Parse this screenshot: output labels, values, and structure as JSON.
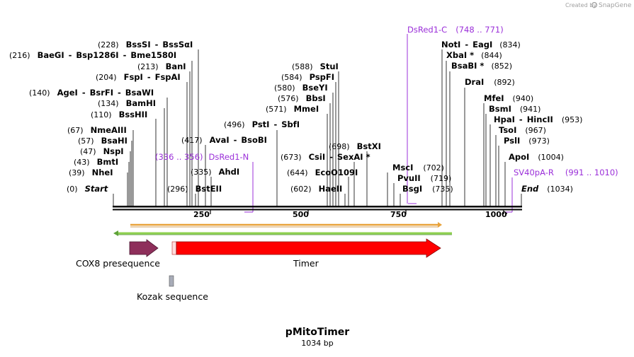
{
  "branding": {
    "created_by": "Created by",
    "product": "SnapGene"
  },
  "map": {
    "name": "pMitoTimer",
    "length_label": "1034 bp"
  },
  "scale_ticks": [
    "250",
    "500",
    "750",
    "1000"
  ],
  "sites": [
    {
      "pos": "(0)",
      "name": "Start"
    },
    {
      "pos": "(39)",
      "name": "NheI"
    },
    {
      "pos": "(43)",
      "name": "BmtI"
    },
    {
      "pos": "(47)",
      "name": "NspI"
    },
    {
      "pos": "(57)",
      "name": "BsaHI"
    },
    {
      "pos": "(67)",
      "name": "NmeAIII"
    },
    {
      "pos": "(110)",
      "name": "BssHII"
    },
    {
      "pos": "(134)",
      "name": "BamHI"
    },
    {
      "pos": "(140)",
      "name": "AgeI",
      "name2": "BsrFI",
      "name3": "BsaWI"
    },
    {
      "pos": "(204)",
      "name": "FspI",
      "name2": "FspAI"
    },
    {
      "pos": "(213)",
      "name": "BanI"
    },
    {
      "pos": "(216)",
      "name": "BaeGI",
      "name2": "Bsp1286I",
      "name3": "Bme1580I"
    },
    {
      "pos": "(228)",
      "name": "BssSI",
      "name2": "BssSαI"
    },
    {
      "pos": "(296)",
      "name": "BstEII"
    },
    {
      "pos": "(335)",
      "name": "AhdI"
    },
    {
      "pos": "(417)",
      "name": "AvaI",
      "name2": "BsoBI"
    },
    {
      "pos": "(496)",
      "name": "PstI",
      "name2": "SbfI"
    },
    {
      "pos": "(571)",
      "name": "MmeI"
    },
    {
      "pos": "(576)",
      "name": "BbsI"
    },
    {
      "pos": "(580)",
      "name": "BseYI"
    },
    {
      "pos": "(584)",
      "name": "PspFI"
    },
    {
      "pos": "(588)",
      "name": "StuI"
    },
    {
      "pos": "(602)",
      "name": "HaeII"
    },
    {
      "pos": "(644)",
      "name": "EcoO109I"
    },
    {
      "pos": "(673)",
      "name": "CsiI",
      "name2": "SexAI *"
    },
    {
      "pos": "(698)",
      "name": "BstXI"
    },
    {
      "pos": "(702)",
      "name": "MscI"
    },
    {
      "pos": "(719)",
      "name": "PvuII"
    },
    {
      "pos": "(735)",
      "name": "BsgI"
    },
    {
      "pos": "(834)",
      "name": "NotI",
      "name2": "EagI"
    },
    {
      "pos": "(844)",
      "name": "XbaI *"
    },
    {
      "pos": "(852)",
      "name": "BsaBI *"
    },
    {
      "pos": "(892)",
      "name": "DraI"
    },
    {
      "pos": "(940)",
      "name": "MfeI"
    },
    {
      "pos": "(941)",
      "name": "BsmI"
    },
    {
      "pos": "(953)",
      "name": "HpaI",
      "name2": "HincII"
    },
    {
      "pos": "(967)",
      "name": "TsoI"
    },
    {
      "pos": "(973)",
      "name": "PslI"
    },
    {
      "pos": "(1004)",
      "name": "ApoI"
    },
    {
      "pos": "(1034)",
      "name": "End"
    }
  ],
  "primers": [
    {
      "name": "DsRed1-C",
      "range": "(748 .. 771)"
    },
    {
      "name": "DsRed1-N",
      "range": "(336 .. 356)"
    },
    {
      "name": "SV40pA-R",
      "range": "(991 .. 1010)"
    }
  ],
  "features": [
    {
      "name": "COX8 presequence",
      "color": "#8e2f5b"
    },
    {
      "name": "Timer",
      "color": "#ff0000"
    },
    {
      "name": "Kozak sequence",
      "color": "#a8acb8"
    }
  ],
  "colors": {
    "primer": "#9b30d9",
    "orf": "#e8a23a",
    "backbone_band": "#8fd14f"
  }
}
